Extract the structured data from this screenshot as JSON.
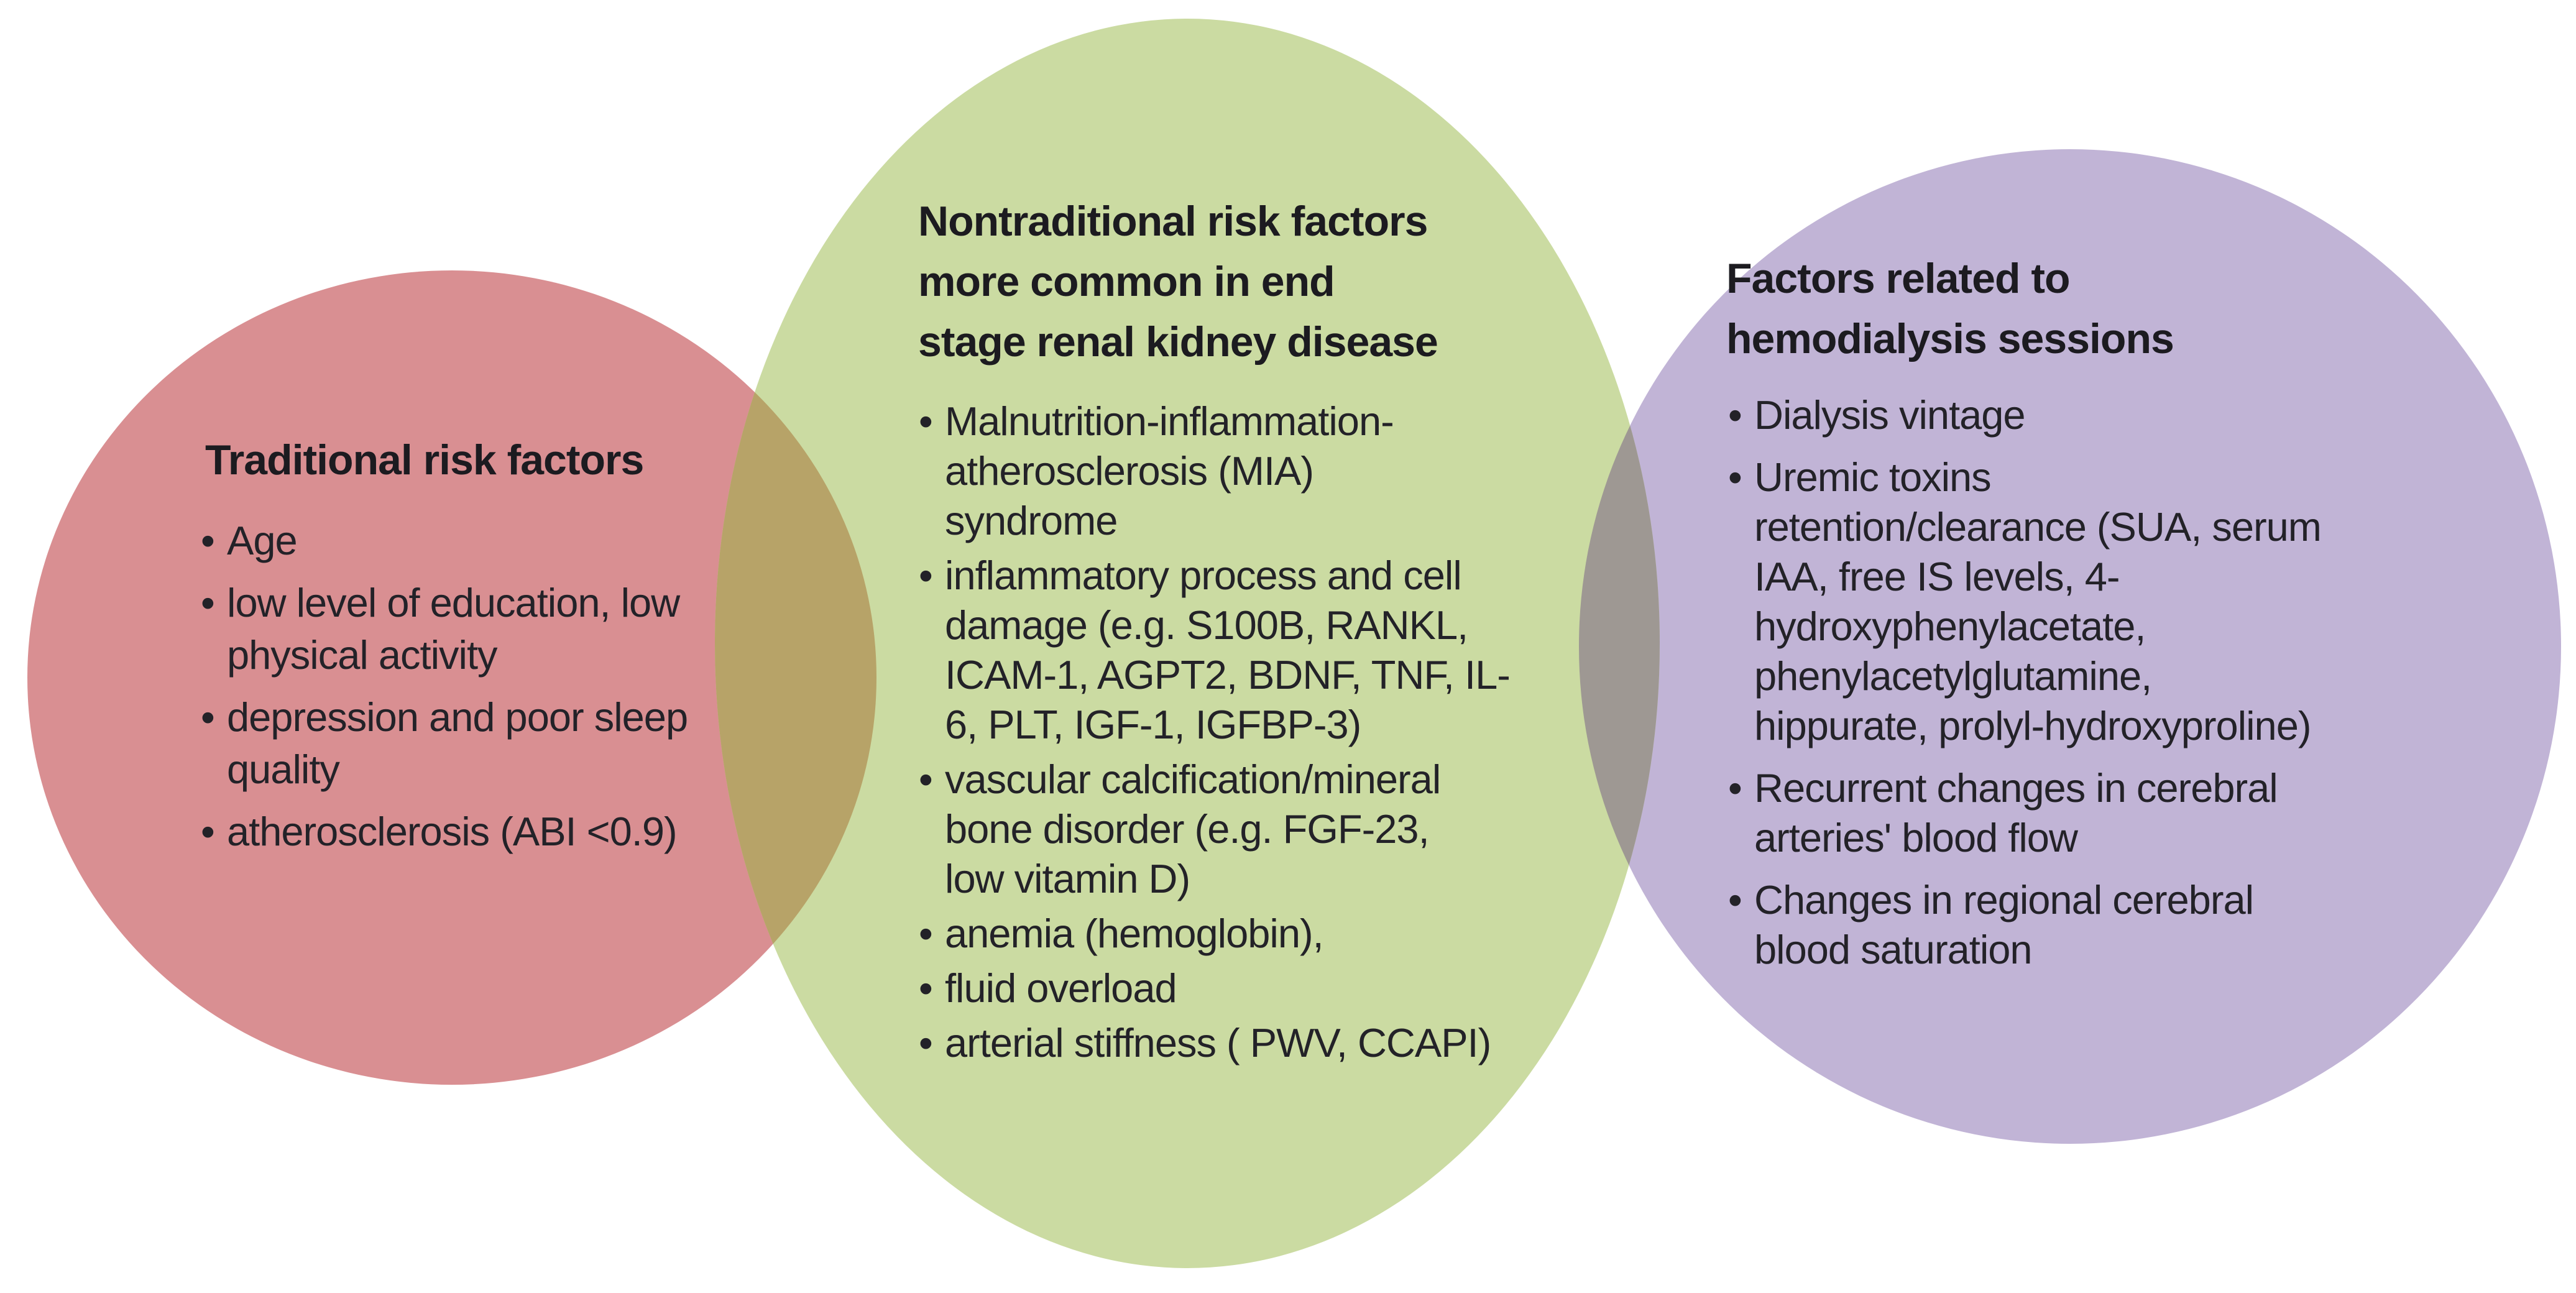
{
  "figure": {
    "type": "venn-diagram",
    "background_color": "#FFFFFF",
    "text_color": "#232228",
    "bullet_glyph": "•"
  },
  "venn": {
    "circles": [
      {
        "id": "traditional",
        "color": "#D98F92",
        "title": "Traditional risk factors",
        "items": [
          "Age",
          "low level of education, low\nphysical activity",
          "depression and poor sleep\nquality",
          "atherosclerosis (ABI <0.9)"
        ]
      },
      {
        "id": "nontraditional",
        "color": "#CBDBA2",
        "title": "Nontraditional risk factors\nmore common in end\nstage renal kidney disease",
        "items": [
          "Malnutrition-inflammation-\natherosclerosis (MIA)\nsyndrome",
          "inflammatory process and cell\ndamage (e.g. S100B, RANKL,\nICAM-1, AGPT2, BDNF, TNF, IL-\n6, PLT, IGF-1, IGFBP-3)",
          "vascular calcification/mineral\nbone disorder (e.g. FGF-23,\nlow vitamin D)",
          "anemia (hemoglobin),",
          "fluid overload",
          "arterial stiffness ( PWV, CCAPI)"
        ]
      },
      {
        "id": "hemodialysis",
        "color": "#C1B4D6",
        "title": "Factors related to\nhemodialysis sessions",
        "items": [
          "Dialysis vintage",
          "Uremic toxins\nretention/clearance (SUA, serum\nIAA, free IS levels, 4-\nhydroxyphenylacetate,\nphenylacetylglutamine,\nhippurate, prolyl-hydroxyproline)",
          "Recurrent changes in cerebral\narteries' blood flow",
          "Changes in regional cerebral\nblood saturation"
        ]
      }
    ],
    "overlap_colors": {
      "traditional_nontraditional": "#B7A368",
      "nontraditional_hemodialysis": "#9E9893"
    }
  }
}
